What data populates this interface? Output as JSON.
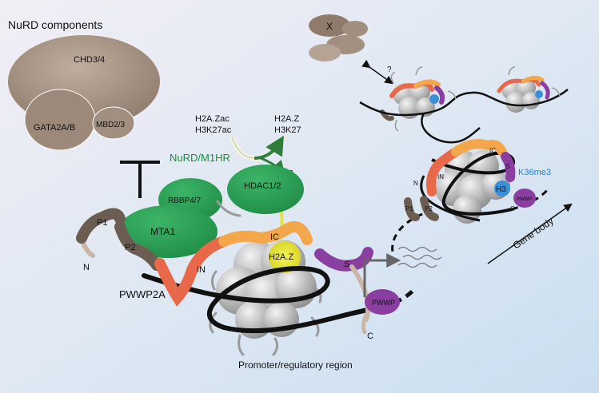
{
  "title": "NuRD components",
  "nurd": {
    "chd": "CHD3/4",
    "gata": "GATA2A/B",
    "mbd": "MBD2/3"
  },
  "complex": {
    "name": "NuRD/M1HR",
    "hdac": "HDAC1/2",
    "rbbp": "RBBP4/7",
    "mta": "MTA1",
    "marks_left_1": "H2A.Zac",
    "marks_left_2": "H3K27ac",
    "marks_right_1": "H2A.Z",
    "marks_right_2": "H3K27",
    "ac": "ac"
  },
  "pwwp2a": {
    "name": "PWWP2A",
    "p1": "P1",
    "p2": "P2",
    "n": "N",
    "in": "IN",
    "ic": "IC",
    "s": "S",
    "c": "C",
    "pwwp": "PWWP",
    "h2az": "H2A.Z"
  },
  "right_panel": {
    "x": "X",
    "question": "?",
    "k36": "K36me3",
    "h3": "H3",
    "in": "IN",
    "ic": "IC",
    "s": "S",
    "c": "C",
    "p1": "P1",
    "p2": "P2",
    "n": "N",
    "pwwp": "PWWP",
    "gene_body": "Gene body"
  },
  "promoter": "Promoter/regulatory region",
  "colors": {
    "green": "#2e9e52",
    "brown": "#8a7566",
    "salmon": "#e8684a",
    "orange": "#f3a64a",
    "purple": "#8a3fa0",
    "yellow": "#e7e23a",
    "blue": "#3a8fd6",
    "k36text": "#2a7fcf"
  }
}
